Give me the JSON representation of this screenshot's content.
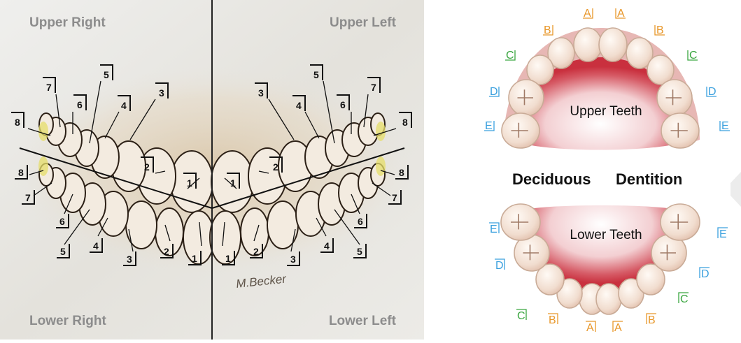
{
  "permanent_chart": {
    "quadrants": {
      "upper_right": "Upper Right",
      "upper_left": "Upper Left",
      "lower_right": "Lower Right",
      "lower_left": "Lower Left"
    },
    "tooth_numbers": {
      "upper_right": [
        "1",
        "2",
        "3",
        "4",
        "5",
        "6",
        "7",
        "8"
      ],
      "upper_left": [
        "1",
        "2",
        "3",
        "4",
        "5",
        "6",
        "7",
        "8"
      ],
      "lower_right": [
        "1",
        "2",
        "3",
        "4",
        "5",
        "6",
        "7",
        "8"
      ],
      "lower_left": [
        "1",
        "2",
        "3",
        "4",
        "5",
        "6",
        "7",
        "8"
      ]
    },
    "signature": "M.Becker"
  },
  "deciduous_chart": {
    "title_left": "Deciduous",
    "title_right": "Dentition",
    "upper_label": "Upper Teeth",
    "lower_label": "Lower Teeth",
    "upper_letters": {
      "right": [
        "A",
        "B",
        "C",
        "D",
        "E"
      ],
      "left": [
        "A",
        "B",
        "C",
        "D",
        "E"
      ]
    },
    "lower_letters": {
      "right": [
        "A",
        "B",
        "C",
        "D",
        "E"
      ],
      "left": [
        "A",
        "B",
        "C",
        "D",
        "E"
      ]
    },
    "letter_colors": {
      "A": "#e8972a",
      "B": "#e8972a",
      "C": "#3aa640",
      "D": "#3aa0de",
      "E": "#3aa0de"
    },
    "gum_color": "#c9303e"
  }
}
